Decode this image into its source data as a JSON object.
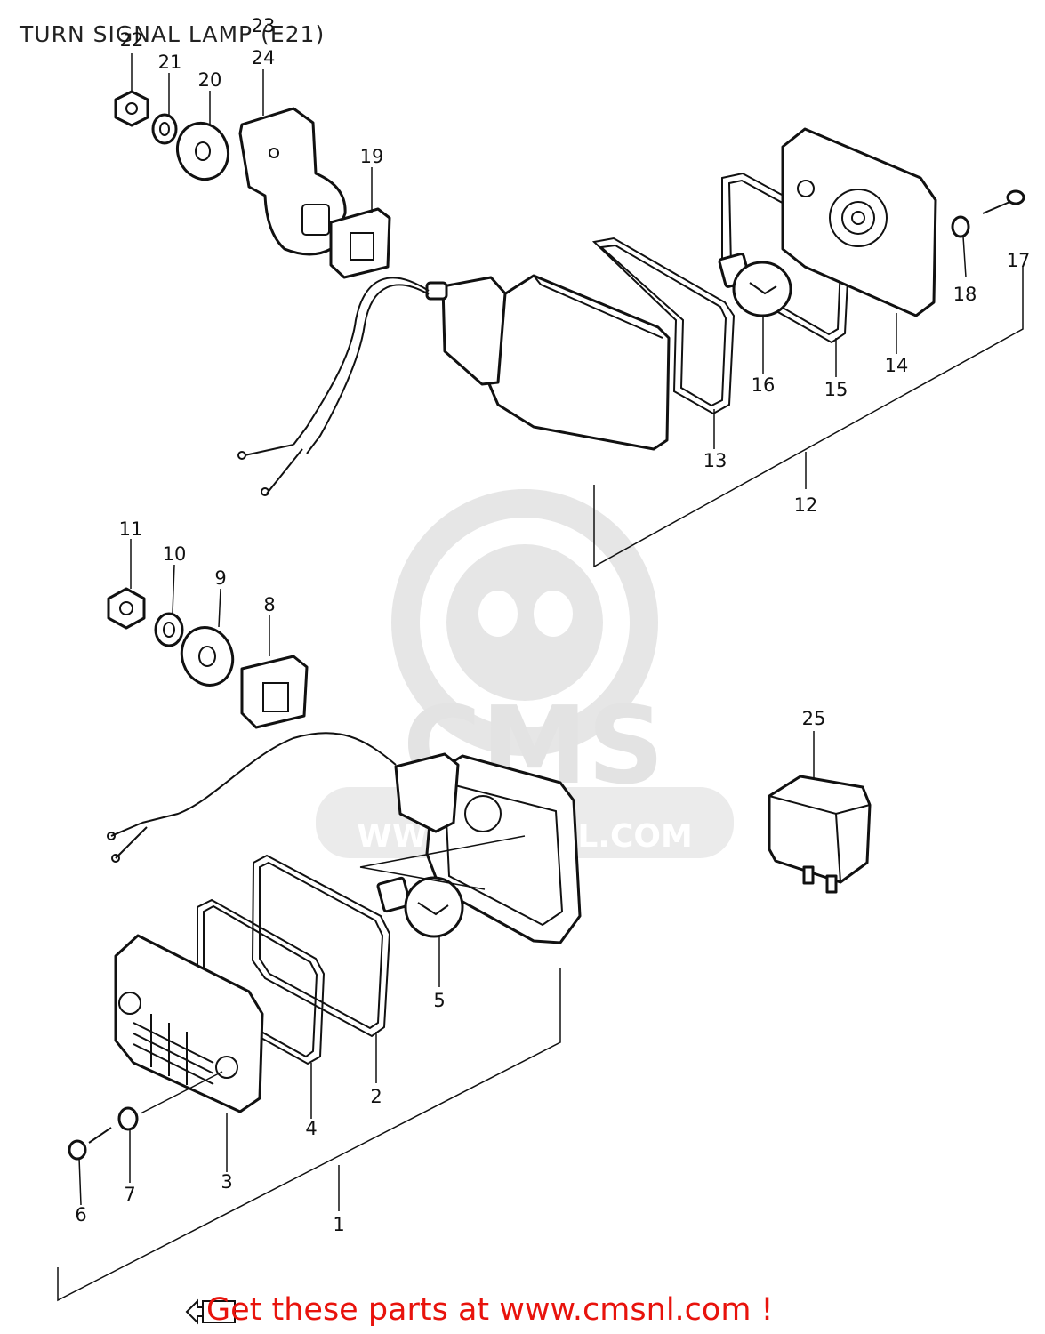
{
  "title": "TURN SIGNAL LAMP (E21)",
  "watermark": {
    "brand": "CMS",
    "site": "WWW.CMSNL.COM"
  },
  "callouts": [
    {
      "id": "c1",
      "label": "1"
    },
    {
      "id": "c2",
      "label": "2"
    },
    {
      "id": "c3",
      "label": "3"
    },
    {
      "id": "c4",
      "label": "4"
    },
    {
      "id": "c5",
      "label": "5"
    },
    {
      "id": "c6",
      "label": "6"
    },
    {
      "id": "c7",
      "label": "7"
    },
    {
      "id": "c8",
      "label": "8"
    },
    {
      "id": "c9",
      "label": "9"
    },
    {
      "id": "c10",
      "label": "10"
    },
    {
      "id": "c11",
      "label": "11"
    },
    {
      "id": "c12",
      "label": "12"
    },
    {
      "id": "c13",
      "label": "13"
    },
    {
      "id": "c14",
      "label": "14"
    },
    {
      "id": "c15",
      "label": "15"
    },
    {
      "id": "c16",
      "label": "16"
    },
    {
      "id": "c17",
      "label": "17"
    },
    {
      "id": "c18",
      "label": "18"
    },
    {
      "id": "c19",
      "label": "19"
    },
    {
      "id": "c20",
      "label": "20"
    },
    {
      "id": "c21",
      "label": "21"
    },
    {
      "id": "c22",
      "label": "22"
    },
    {
      "id": "c23",
      "label": "23"
    },
    {
      "id": "c24",
      "label": "24"
    },
    {
      "id": "c25",
      "label": "25"
    }
  ],
  "footer": {
    "link_text": "Get these parts at www.cmsnl.com !"
  },
  "colors": {
    "link": "#e8130c",
    "line": "#111111",
    "watermark": "#e6e6e6"
  },
  "icons": {
    "back": "back-arrow-icon"
  }
}
